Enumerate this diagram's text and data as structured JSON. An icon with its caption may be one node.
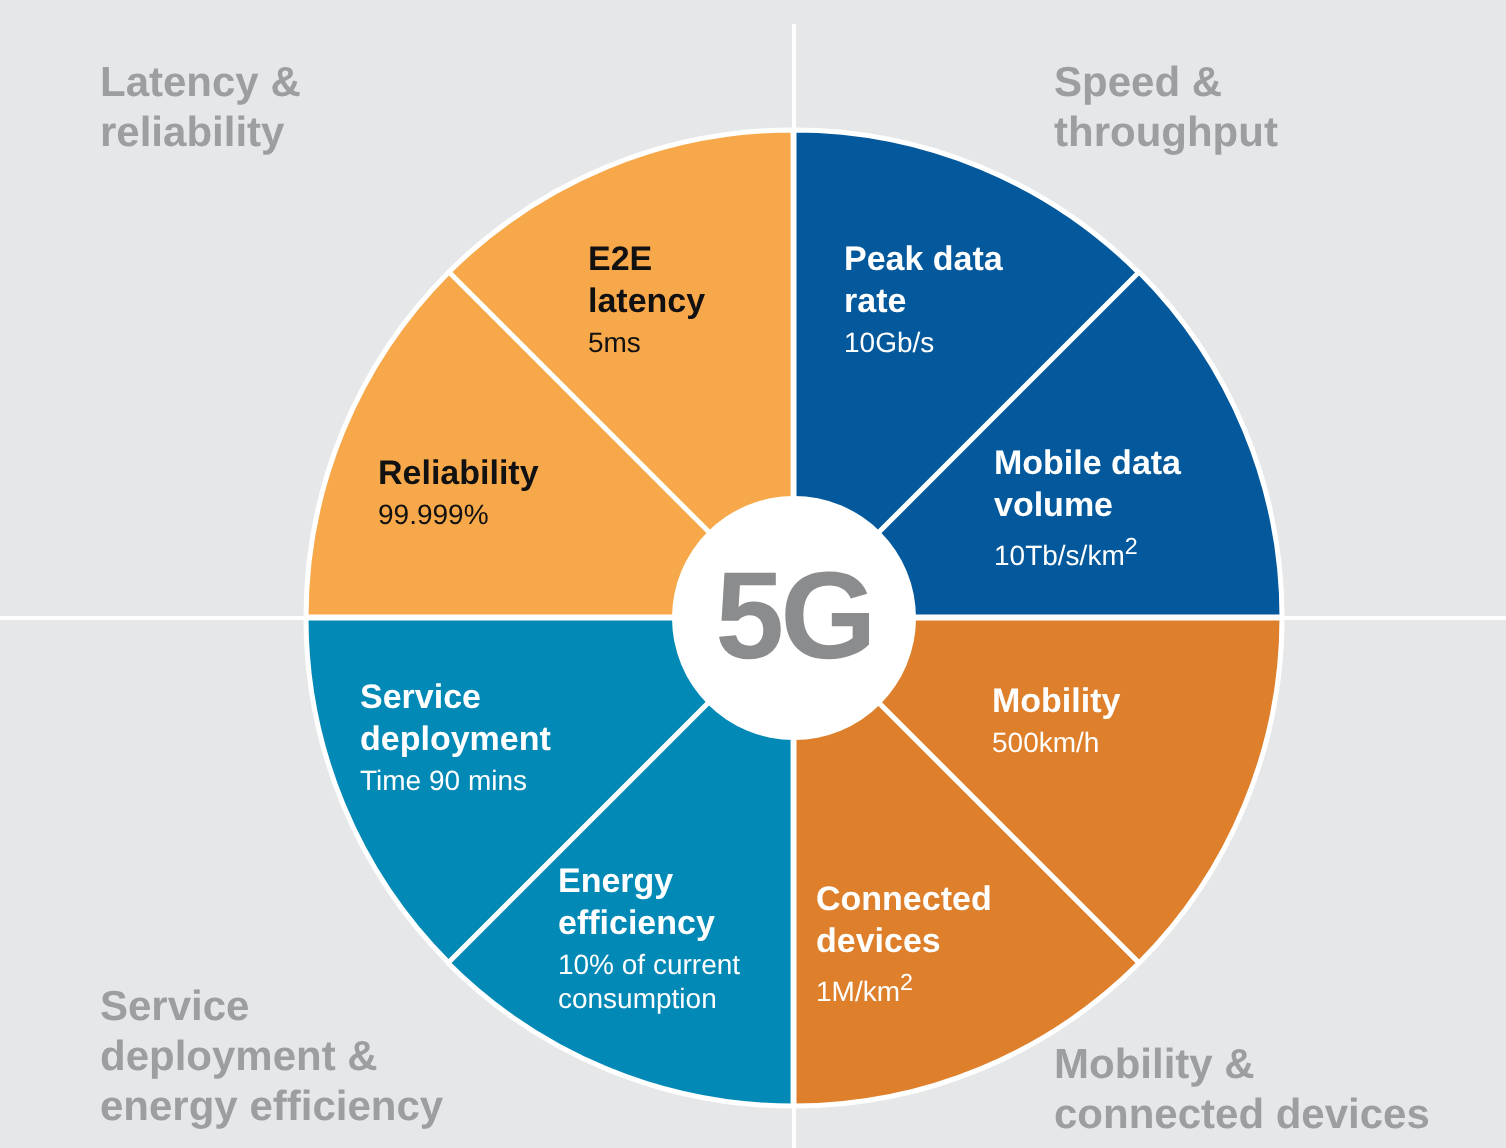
{
  "diagram": {
    "nodes": [
      {
        "text": [
          "E2E latency",
          "5ms"
        ]
      },
      {
        "text": [
          "Peak data rate",
          "10Gb/s"
        ]
      },
      {
        "text": [
          "Reliability",
          "99.999%"
        ]
      },
      {
        "text": [
          "Mobile data volume",
          "10Tb/s/km$^{2}$"
        ]
      },
      {
        "text": [
          "5G"
        ]
      },
      {
        "text": [
          "Service deployment",
          "Time 90 mins"
        ]
      },
      {
        "text": [
          "Mobility",
          "500km/h"
        ]
      },
      {
        "text": [
          "Energy efficiency",
          "10% of current consumption"
        ]
      },
      {
        "text": [
          "Connected devices",
          "1M/km$^{2}$"
        ]
      }
    ],
    "labels": [
      "Latency & reliability",
      "Speed & throughput",
      "Service deployment & energy efficiency",
      "Mobility & connected devices"
    ]
  }
}
